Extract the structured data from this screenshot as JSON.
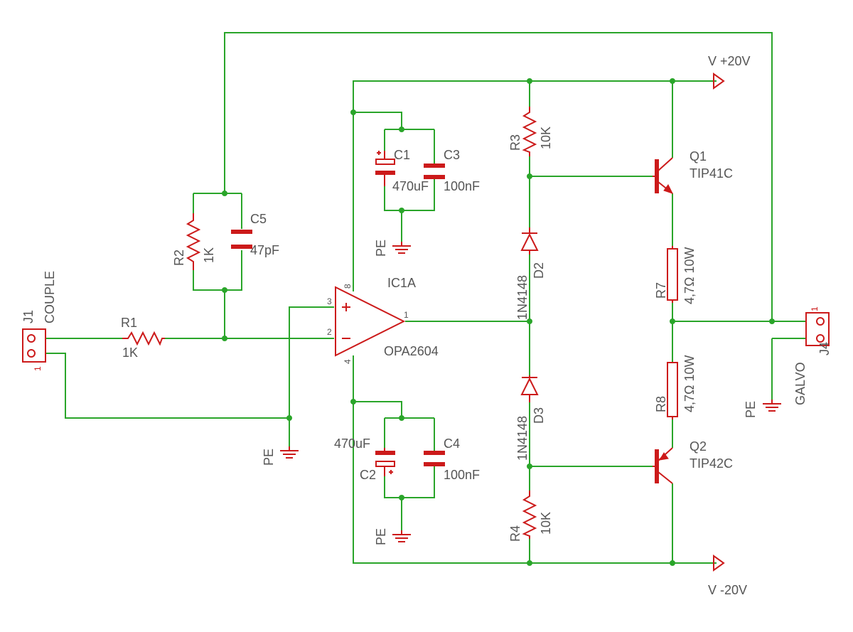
{
  "components": {
    "j1": {
      "ref": "J1",
      "name": "COUPLE",
      "pin1": "1"
    },
    "j4": {
      "ref": "J4",
      "name": "GALVO",
      "pin1": "1"
    },
    "r1": {
      "ref": "R1",
      "value": "1K"
    },
    "r2": {
      "ref": "R2",
      "value": "1K"
    },
    "r3": {
      "ref": "R3",
      "value": "10K"
    },
    "r4": {
      "ref": "R4",
      "value": "10K"
    },
    "r7": {
      "ref": "R7",
      "value": "4,7Ω 10W"
    },
    "r8": {
      "ref": "R8",
      "value": "4,7Ω 10W"
    },
    "c1": {
      "ref": "C1",
      "value": "470uF"
    },
    "c2": {
      "ref": "C2",
      "value": "470uF"
    },
    "c3": {
      "ref": "C3",
      "value": "100nF"
    },
    "c4": {
      "ref": "C4",
      "value": "100nF"
    },
    "c5": {
      "ref": "C5",
      "value": "47pF"
    },
    "ic1": {
      "ref": "IC1A",
      "value": "OPA2604",
      "pin_plus": "3",
      "pin_minus": "2",
      "pin_out": "1",
      "pin_vpos": "8",
      "pin_vneg": "4"
    },
    "d2": {
      "ref": "D2",
      "value": "1N4148"
    },
    "d3": {
      "ref": "D3",
      "value": "1N4148"
    },
    "q1": {
      "ref": "Q1",
      "value": "TIP41C"
    },
    "q2": {
      "ref": "Q2",
      "value": "TIP42C"
    }
  },
  "supplies": {
    "vpos": "V +20V",
    "vneg": "V -20V",
    "gnd": "PE"
  },
  "colors": {
    "wire": "#2aa52a",
    "part": "#cc1a1a",
    "text": "#555555"
  }
}
